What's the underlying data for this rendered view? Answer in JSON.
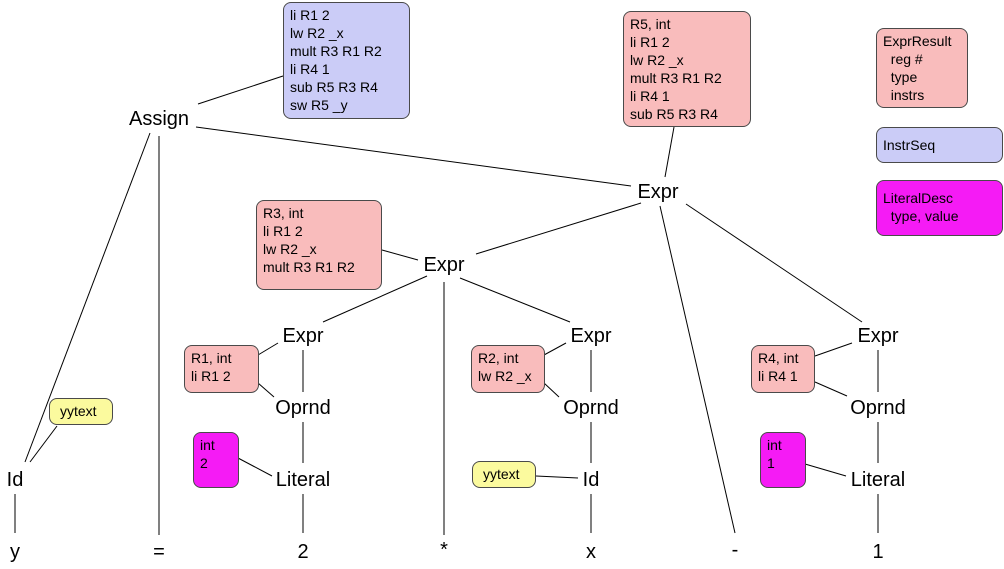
{
  "nodes": {
    "assign": "Assign",
    "expr_top": "Expr",
    "expr_mid": "Expr",
    "expr_left": "Expr",
    "expr_center": "Expr",
    "expr_right": "Expr",
    "oprnd_left": "Oprnd",
    "oprnd_center": "Oprnd",
    "oprnd_right": "Oprnd",
    "literal_left": "Literal",
    "literal_right": "Literal",
    "id_left": "Id",
    "id_center": "Id",
    "tok_y": "y",
    "tok_eq": "=",
    "tok_2": "2",
    "tok_star": "*",
    "tok_x": "x",
    "tok_minus": "-",
    "tok_1": "1"
  },
  "boxes": {
    "assign_instrs": [
      "li R1 2",
      "lw R2 _x",
      "mult R3 R1 R2",
      "li R4 1",
      "sub R5 R3 R4",
      "sw R5 _y"
    ],
    "expr_top_result": [
      "R5, int",
      "li R1 2",
      "lw R2 _x",
      "mult R3 R1 R2",
      "li R4 1",
      "sub R5 R3 R4"
    ],
    "expr_mid_result": [
      "R3, int",
      "li R1 2",
      "lw R2 _x",
      "mult R3 R1 R2"
    ],
    "expr_left_result": [
      "R1, int",
      "li R1 2"
    ],
    "expr_center_result": [
      "R2, int",
      "lw R2 _x"
    ],
    "expr_right_result": [
      "R4, int",
      "li R4 1"
    ],
    "literal_left_desc": [
      "int",
      "2"
    ],
    "literal_right_desc": [
      "int",
      "1"
    ],
    "yytext_left": [
      "yytext"
    ],
    "yytext_center": [
      "yytext"
    ]
  },
  "legend": {
    "expr_result": [
      "ExprResult",
      "  reg #",
      "  type",
      "  instrs"
    ],
    "instr_seq": [
      "InstrSeq"
    ],
    "literal_desc": [
      "LiteralDesc",
      "  type, value"
    ]
  },
  "colors": {
    "expr_result": "#f9bcbc",
    "instr_seq": "#cbccf7",
    "literal_desc": "#f51bf5",
    "yytext": "#fbfa9e"
  }
}
